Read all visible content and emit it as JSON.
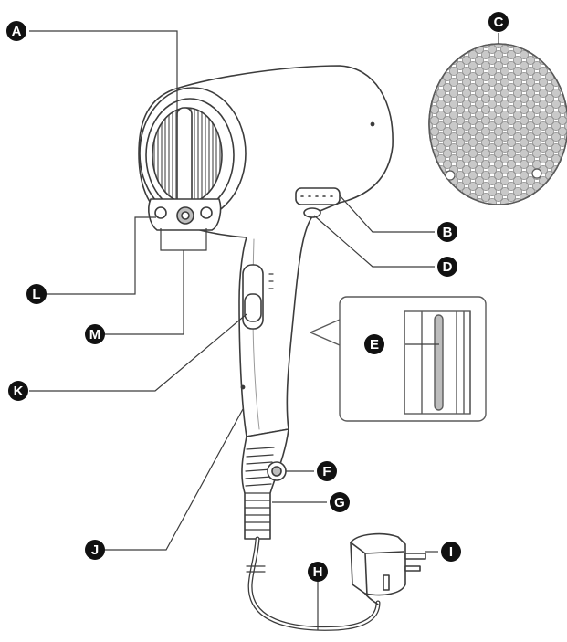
{
  "diagram": {
    "labels": {
      "air_intake_filter": "A",
      "nozzle_vents": "B",
      "filter_cover_accessory": "C",
      "nozzle_vent_lower": "D",
      "detail_window": "E",
      "cord_hanger_ring": "F",
      "cord_protector": "G",
      "power_cord": "H",
      "power_plug": "I",
      "handle": "J",
      "mode_switch": "K",
      "rear_control_left": "L",
      "rear_control_center": "M"
    },
    "colors": {
      "outline": "#3c3c3c",
      "badge": "#111111",
      "shading": "#bdbdbd",
      "background": "#ffffff"
    }
  }
}
